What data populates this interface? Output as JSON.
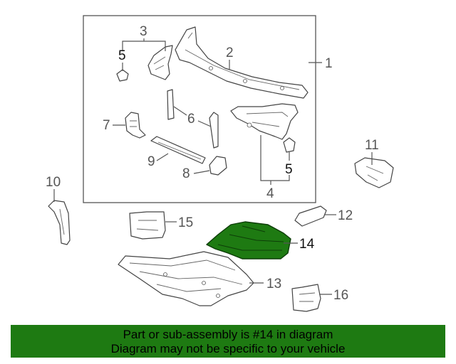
{
  "callouts": {
    "c1": "1",
    "c2": "2",
    "c3": "3",
    "c4": "4",
    "c5a": "5",
    "c5b": "5",
    "c6": "6",
    "c7": "7",
    "c8": "8",
    "c9": "9",
    "c10": "10",
    "c11": "11",
    "c12": "12",
    "c13": "13",
    "c14": "14",
    "c15": "15",
    "c16": "16"
  },
  "banner": {
    "line1": "Part or sub-assembly is #14 in diagram",
    "line2": "Diagram may not be specific to your vehicle"
  },
  "colors": {
    "banner_bg": "#1e7a12",
    "highlight_part": "#1e7a12",
    "line": "#444444"
  }
}
